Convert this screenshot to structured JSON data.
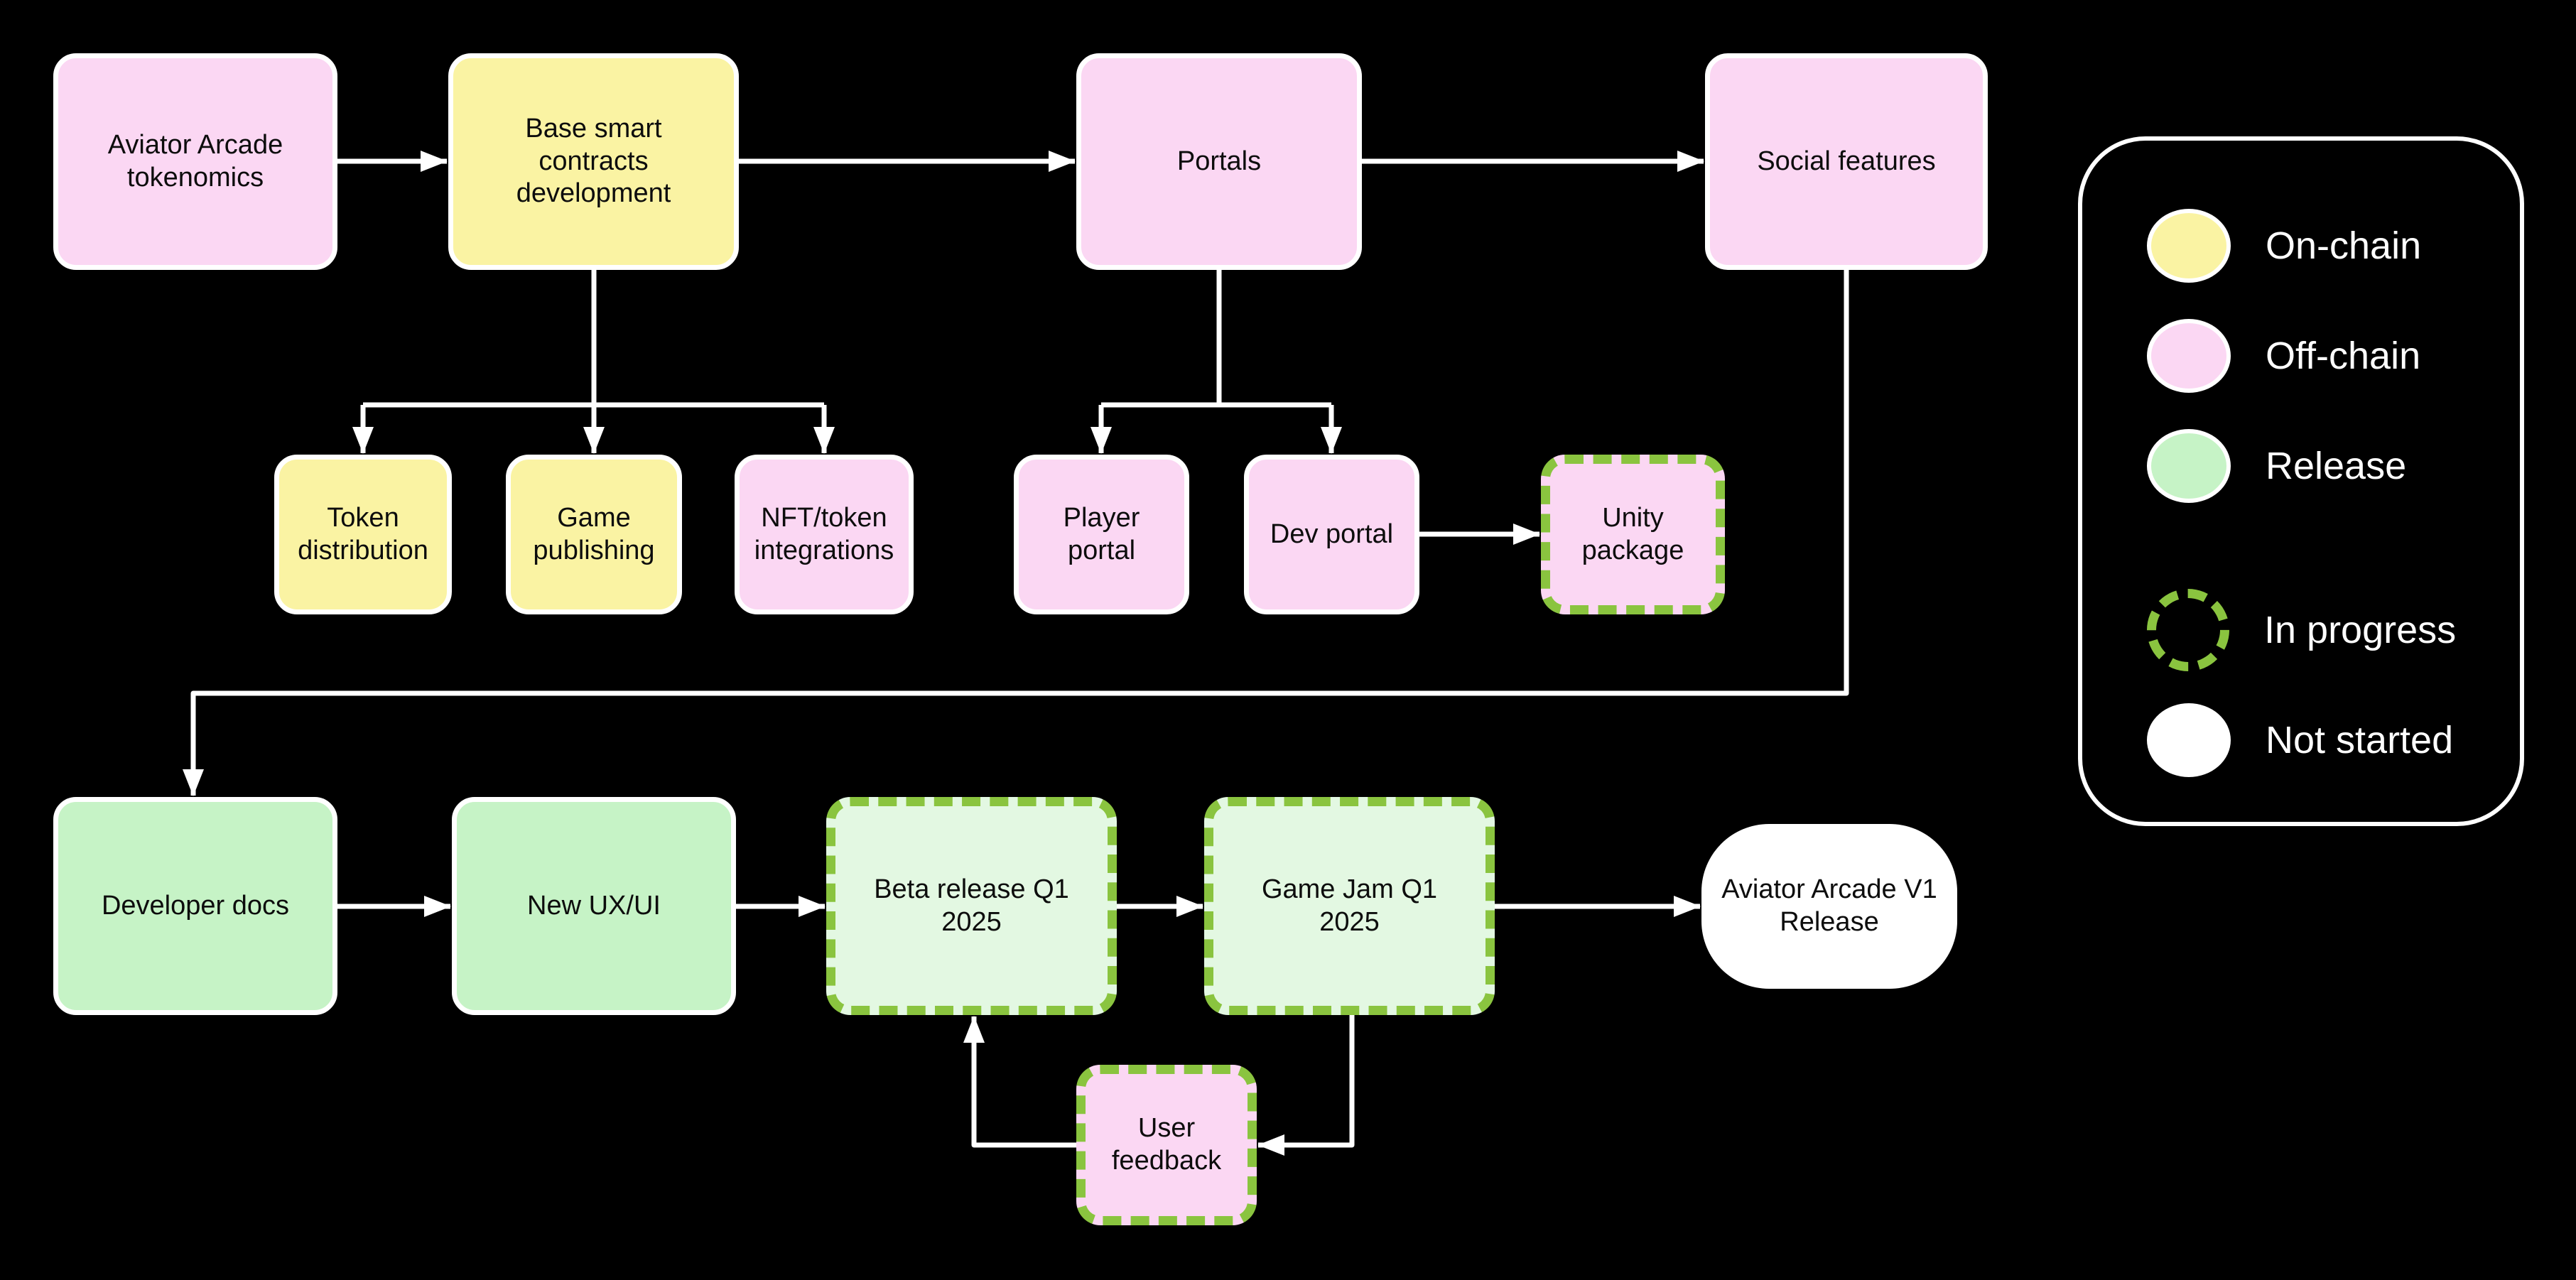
{
  "diagram": {
    "background": "#000000",
    "nodes": [
      {
        "label": "Aviator Arcade tokenomics",
        "type": "Off-chain",
        "status": "done"
      },
      {
        "label": "Base smart contracts development",
        "type": "On-chain",
        "status": "done"
      },
      {
        "label": "Portals",
        "type": "Off-chain",
        "status": "done"
      },
      {
        "label": "Social features",
        "type": "Off-chain",
        "status": "done"
      },
      {
        "label": "Token distribution",
        "type": "On-chain",
        "status": "done"
      },
      {
        "label": "Game publishing",
        "type": "On-chain",
        "status": "done"
      },
      {
        "label": "NFT/token integrations",
        "type": "Off-chain",
        "status": "done"
      },
      {
        "label": "Player portal",
        "type": "Off-chain",
        "status": "done"
      },
      {
        "label": "Dev portal",
        "type": "Off-chain",
        "status": "done"
      },
      {
        "label": "Unity package",
        "type": "Off-chain",
        "status": "In progress"
      },
      {
        "label": "Developer docs",
        "type": "Release",
        "status": "done"
      },
      {
        "label": "New UX/UI",
        "type": "Release",
        "status": "done"
      },
      {
        "label": "Beta release Q1 2025",
        "type": "Release",
        "status": "In progress"
      },
      {
        "label": "Game Jam Q1 2025",
        "type": "Release",
        "status": "In progress"
      },
      {
        "label": "Aviator Arcade V1 Release",
        "type": "Release",
        "status": "Not started"
      },
      {
        "label": "User feedback",
        "type": "Off-chain",
        "status": "In progress"
      }
    ],
    "edges": [
      {
        "from": "Aviator Arcade tokenomics",
        "to": "Base smart contracts development"
      },
      {
        "from": "Base smart contracts development",
        "to": "Portals"
      },
      {
        "from": "Portals",
        "to": "Social features"
      },
      {
        "from": "Base smart contracts development",
        "to": "Token distribution"
      },
      {
        "from": "Base smart contracts development",
        "to": "Game publishing"
      },
      {
        "from": "Base smart contracts development",
        "to": "NFT/token integrations"
      },
      {
        "from": "Portals",
        "to": "Player portal"
      },
      {
        "from": "Portals",
        "to": "Dev portal"
      },
      {
        "from": "Dev portal",
        "to": "Unity package"
      },
      {
        "from": "Social features",
        "to": "Developer docs"
      },
      {
        "from": "Developer docs",
        "to": "New UX/UI"
      },
      {
        "from": "New UX/UI",
        "to": "Beta release Q1 2025"
      },
      {
        "from": "Beta release Q1 2025",
        "to": "Game Jam Q1 2025"
      },
      {
        "from": "Game Jam Q1 2025",
        "to": "Aviator Arcade V1 Release"
      },
      {
        "from": "Game Jam Q1 2025",
        "to": "User feedback"
      },
      {
        "from": "User feedback",
        "to": "Beta release Q1 2025"
      }
    ]
  },
  "legend": {
    "items": [
      {
        "label": "On-chain",
        "swatch": "yellow-ellipse"
      },
      {
        "label": "Off-chain",
        "swatch": "pink-ellipse"
      },
      {
        "label": "Release",
        "swatch": "green-ellipse"
      },
      {
        "label": "In progress",
        "swatch": "green-dashed-ring"
      },
      {
        "label": "Not started",
        "swatch": "white-ellipse"
      }
    ]
  },
  "colors": {
    "bg": "#000000",
    "yellow": "#faf3a3",
    "pink": "#fbd7f3",
    "green": "#c6f3c6",
    "lightgreen": "#e3f8e2",
    "dashgreen": "#8ac43f",
    "edge": "#ffffff",
    "text": "#0d0d0d"
  }
}
